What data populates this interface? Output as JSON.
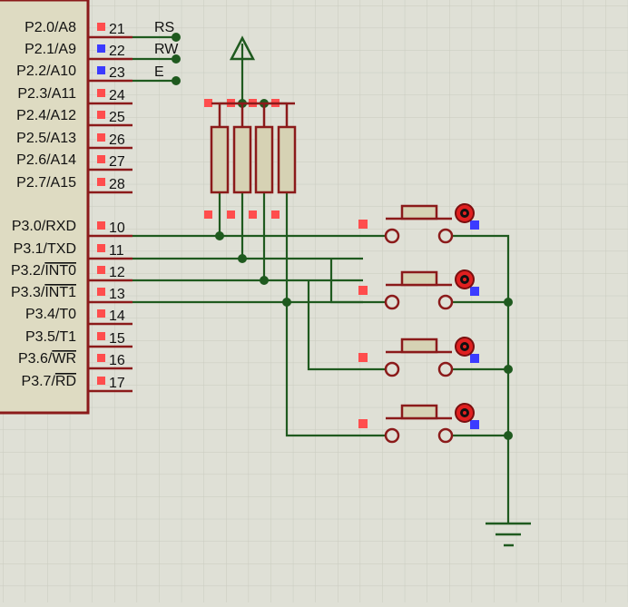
{
  "chip": {
    "pins_p2": [
      {
        "label": "P2.0/A8",
        "num": "21",
        "net": "RS",
        "state": "low"
      },
      {
        "label": "P2.1/A9",
        "num": "22",
        "net": "RW",
        "state": "high"
      },
      {
        "label": "P2.2/A10",
        "num": "23",
        "net": "E",
        "state": "high"
      },
      {
        "label": "P2.3/A11",
        "num": "24",
        "state": "low"
      },
      {
        "label": "P2.4/A12",
        "num": "25",
        "state": "low"
      },
      {
        "label": "P2.5/A13",
        "num": "26",
        "state": "low"
      },
      {
        "label": "P2.6/A14",
        "num": "27",
        "state": "low"
      },
      {
        "label": "P2.7/A15",
        "num": "28",
        "state": "low"
      }
    ],
    "pins_p3": [
      {
        "prefix": "P3.0/",
        "name": "RXD",
        "overline": false,
        "num": "10",
        "state": "low"
      },
      {
        "prefix": "P3.1/",
        "name": "TXD",
        "overline": false,
        "num": "11",
        "state": "low"
      },
      {
        "prefix": "P3.2/",
        "name": "INT0",
        "overline": true,
        "num": "12",
        "state": "low"
      },
      {
        "prefix": "P3.3/",
        "name": "INT1",
        "overline": true,
        "num": "13",
        "state": "low"
      },
      {
        "prefix": "P3.4/",
        "name": "T0",
        "overline": false,
        "num": "14",
        "state": "low"
      },
      {
        "prefix": "P3.5/",
        "name": "T1",
        "overline": false,
        "num": "15",
        "state": "low"
      },
      {
        "prefix": "P3.6/",
        "name": "WR",
        "overline": true,
        "num": "16",
        "state": "low"
      },
      {
        "prefix": "P3.7/",
        "name": "RD",
        "overline": true,
        "num": "17",
        "state": "low"
      }
    ]
  },
  "resistor_pack": {
    "count": 4
  },
  "buttons": [
    {
      "left_state": "low",
      "right_state": "high"
    },
    {
      "left_state": "low",
      "right_state": "high"
    },
    {
      "left_state": "low",
      "right_state": "high"
    },
    {
      "left_state": "low",
      "right_state": "high"
    }
  ],
  "colors": {
    "background": "#dfe0d6",
    "grid": "#c9cabf",
    "wire": "#1f5a1f",
    "component": "#8b1a1a",
    "component_fill": "#d6d2b4",
    "pin_text": "#111111",
    "low_state": "#ff4d4d",
    "high_state": "#3b3bff",
    "probe": "#e02020"
  },
  "icons": {
    "power_rail": "power-arrow-icon",
    "ground": "ground-icon",
    "probe": "logic-probe-icon"
  }
}
